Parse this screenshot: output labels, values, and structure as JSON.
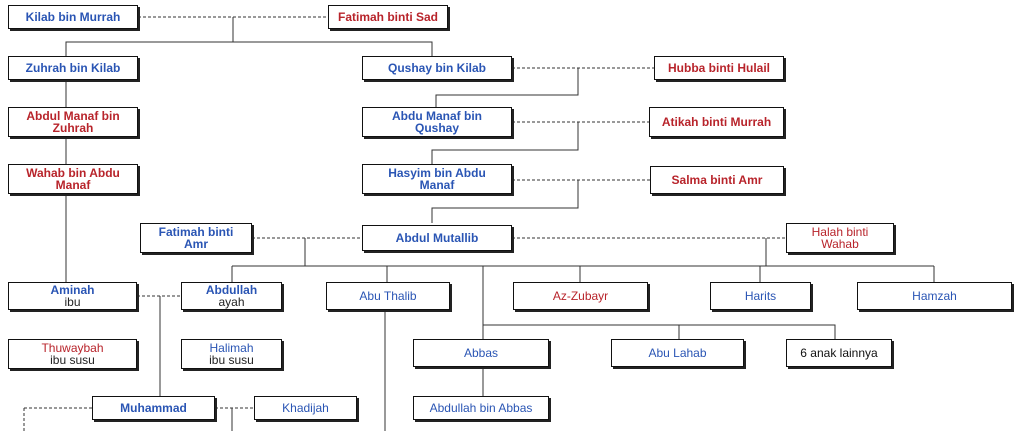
{
  "tree": {
    "kilab": {
      "name": "Kilab bin Murrah"
    },
    "fatimah_sad": {
      "name": "Fatimah binti Sad"
    },
    "zuhrah": {
      "name": "Zuhrah bin Kilab"
    },
    "qushay": {
      "name": "Qushay bin Kilab"
    },
    "hubba": {
      "name": "Hubba binti Hulail"
    },
    "abdulmanaf_zuhrah": {
      "name": "Abdul Manaf bin Zuhrah"
    },
    "abdumanaf_qushay": {
      "name": "Abdu Manaf bin Qushay"
    },
    "atikah": {
      "name": "Atikah binti Murrah"
    },
    "wahab": {
      "name": "Wahab bin Abdu Manaf"
    },
    "hasyim": {
      "name": "Hasyim bin Abdu Manaf"
    },
    "salma": {
      "name": "Salma binti Amr"
    },
    "fatimah_amr": {
      "name": "Fatimah binti Amr"
    },
    "abdulmutallib": {
      "name": "Abdul Mutallib"
    },
    "halah": {
      "name": "Halah binti Wahab"
    },
    "aminah": {
      "name": "Aminah",
      "role": "ibu"
    },
    "abdullah": {
      "name": "Abdullah",
      "role": "ayah"
    },
    "abuthalib": {
      "name": "Abu Thalib"
    },
    "azzubayr": {
      "name": "Az-Zubayr"
    },
    "harits": {
      "name": "Harits"
    },
    "hamzah": {
      "name": "Hamzah"
    },
    "thuwaybah": {
      "name": "Thuwaybah",
      "role": "ibu susu"
    },
    "halimah": {
      "name": "Halimah",
      "role": "ibu susu"
    },
    "abbas": {
      "name": "Abbas"
    },
    "abulahab": {
      "name": "Abu Lahab"
    },
    "anaklain": {
      "name": "6 anak lainnya"
    },
    "muhammad": {
      "name": "Muhammad"
    },
    "khadijah": {
      "name": "Khadijah"
    },
    "abdullah_abbas": {
      "name": "Abdullah bin Abbas"
    }
  }
}
